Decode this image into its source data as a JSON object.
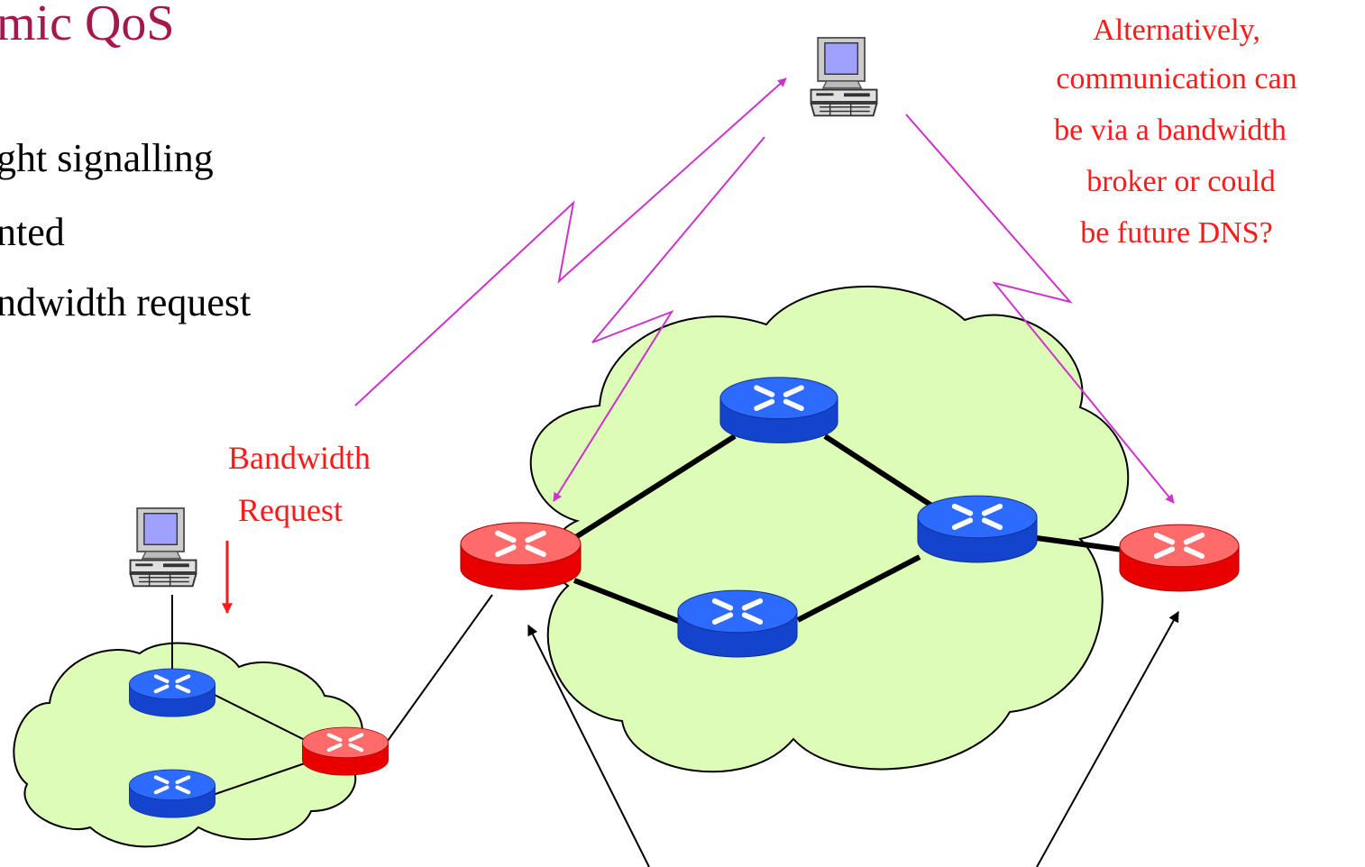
{
  "slide": {
    "title": "mic QoS",
    "bullets": [
      "ght signalling",
      "nted",
      "ndwidth request"
    ]
  },
  "annotations": {
    "note_lines": [
      "Alternatively,",
      "communication can",
      "be via a bandwidth",
      "broker or could",
      "be future DNS?"
    ],
    "request_lines": [
      "Bandwidth",
      "Request"
    ]
  },
  "colors": {
    "cloud": "#ddfcb8",
    "core_router": "#1f5cff",
    "edge_router": "#ff3b3b",
    "signal": "#cc33cc",
    "label": "#ff1a1a",
    "title": "#a5174f"
  },
  "icons": [
    "computer-icon",
    "router-icon",
    "cloud-icon"
  ]
}
